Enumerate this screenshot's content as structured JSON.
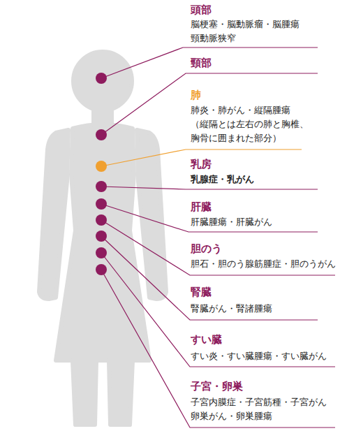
{
  "diagram": {
    "labels": [
      "頭部",
      "脳梗塞・脳動脈瘤・脳腫瘍 頸動脈狭窄",
      "頸部",
      "肺",
      "肺炎・肺がん・縦隔腫瘍 （縦隔とは左右の肺と胸椎、胸骨に囲まれた部分）",
      "乳房",
      "乳腺症・乳がん",
      "肝臓",
      "肝臓腫瘍・肝臓がん",
      "胆のう",
      "胆石・胆のう腺筋腫症・胆のうがん",
      "腎臓",
      "腎臓がん・腎諸腫瘍",
      "すい臓",
      "すい炎・すい臓腫瘍・すい臓がん",
      "子宮・卵巣",
      "子宮内膜症・子宮筋種・子宮がん 卵巣がん・卵巣腫瘍"
    ]
  }
}
